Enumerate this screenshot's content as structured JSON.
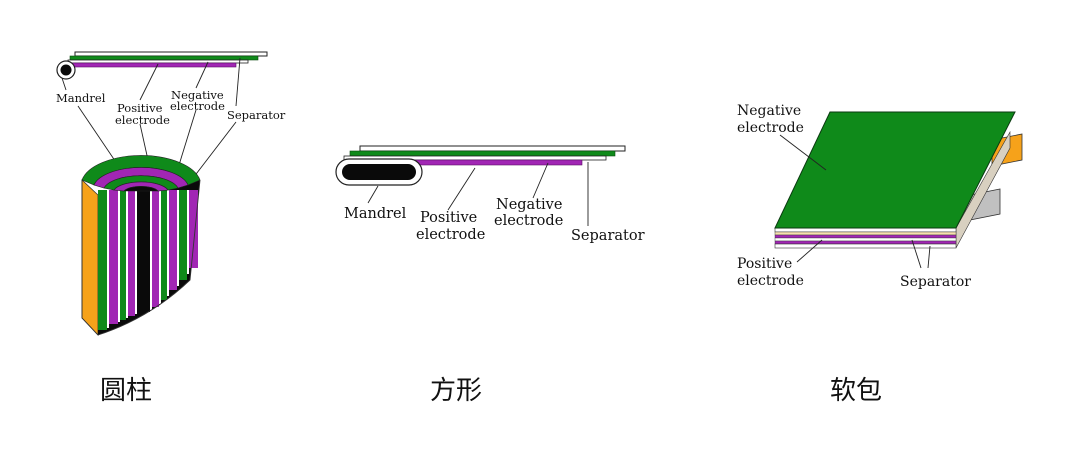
{
  "colors": {
    "green": "#0f8a1a",
    "purple": "#a126b4",
    "orange": "#f6a21a",
    "gray": "#c0c0c0",
    "black": "#0a0a0a"
  },
  "cylindrical": {
    "caption": "圆柱",
    "labels": {
      "mandrel": "Mandrel",
      "positive_1": "Positive",
      "positive_2": "electrode",
      "negative_1": "Negative",
      "negative_2": "electrode",
      "separator": "Separator"
    }
  },
  "prismatic": {
    "caption": "方形",
    "labels": {
      "mandrel": "Mandrel",
      "positive_1": "Positive",
      "positive_2": "electrode",
      "negative_1": "Negative",
      "negative_2": "electrode",
      "separator": "Separator"
    }
  },
  "pouch": {
    "caption": "软包",
    "labels": {
      "negative_1": "Negative",
      "negative_2": "electrode",
      "positive_1": "Positive",
      "positive_2": "electrode",
      "separator": "Separator"
    }
  }
}
